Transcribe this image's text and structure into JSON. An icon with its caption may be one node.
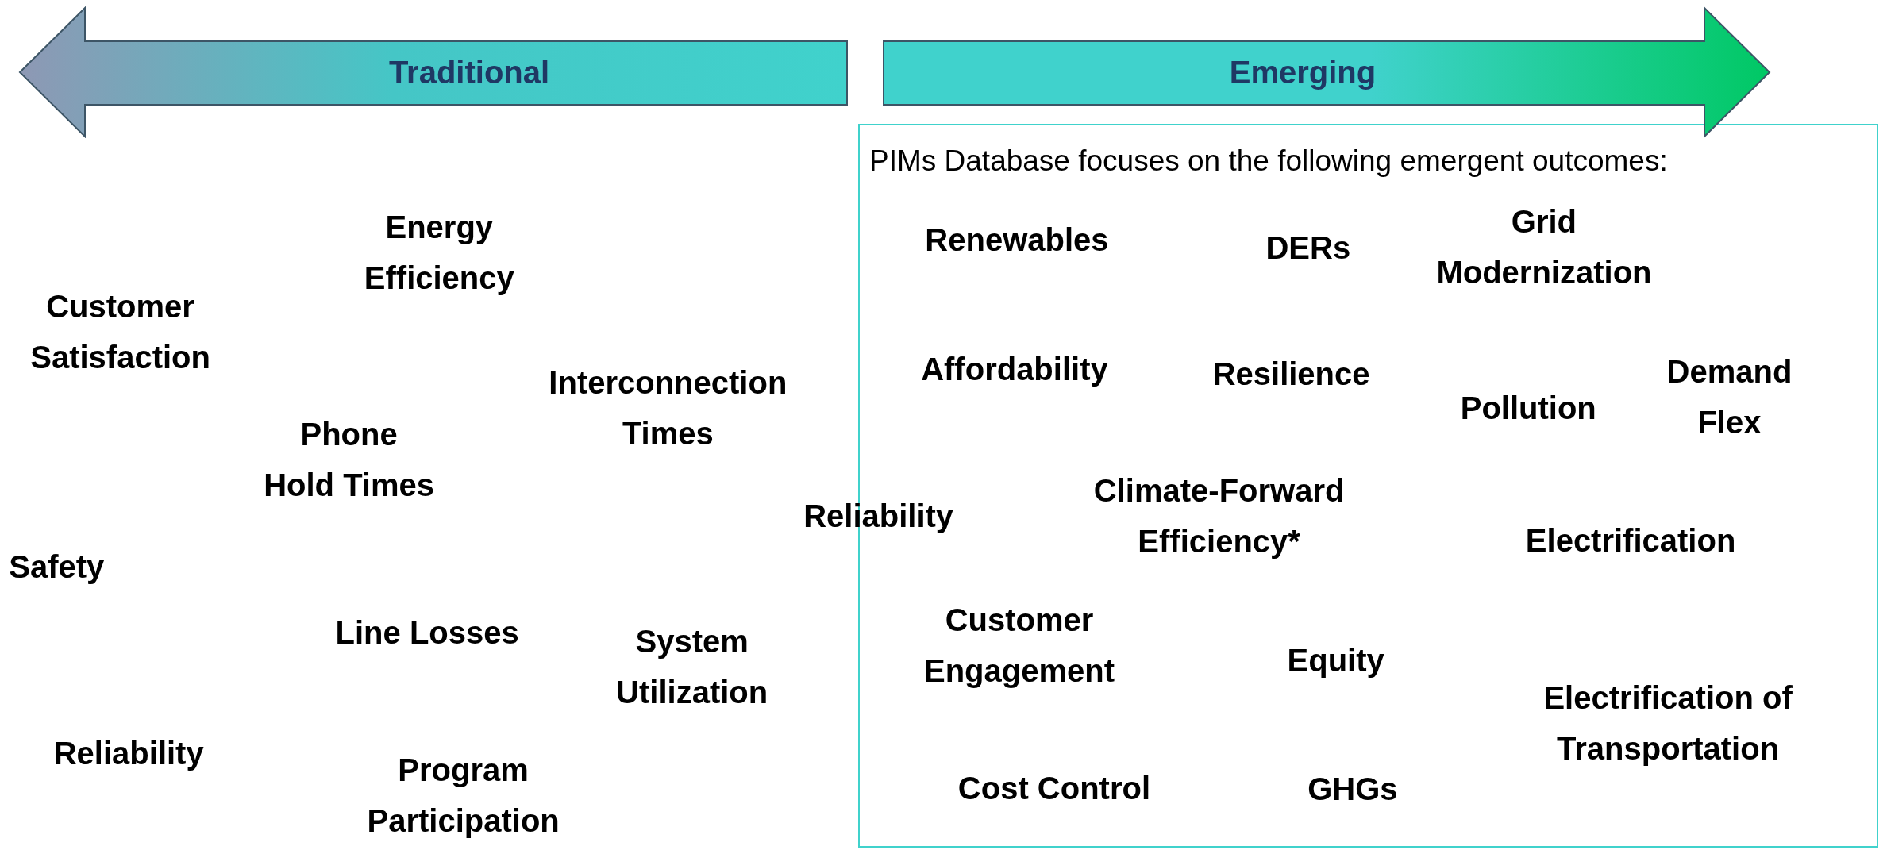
{
  "diagram": {
    "nodes": [
      {
        "text": [
          "Traditional"
        ]
      },
      {
        "text": [
          "Emerging"
        ]
      },
      {
        "text": [
          "PIMs Database focuses on the following emergent outcomes:"
        ]
      }
    ],
    "labels": [
      "Energy Efficiency",
      "Customer Satisfaction",
      "Interconnection Times",
      "Phone Hold Times",
      "Reliability",
      "Safety",
      "Line Losses",
      "System Utilization",
      "Reliability",
      "Program Participation",
      "Renewables",
      "DERs",
      "Grid Modernization",
      "Affordability",
      "Resilience",
      "Pollution",
      "Demand Flex",
      "Climate-Forward Efficiency*",
      "Electrification",
      "Customer Engagement",
      "Equity",
      "Electrification of Transportation",
      "Cost Control",
      "GHGs"
    ]
  }
}
